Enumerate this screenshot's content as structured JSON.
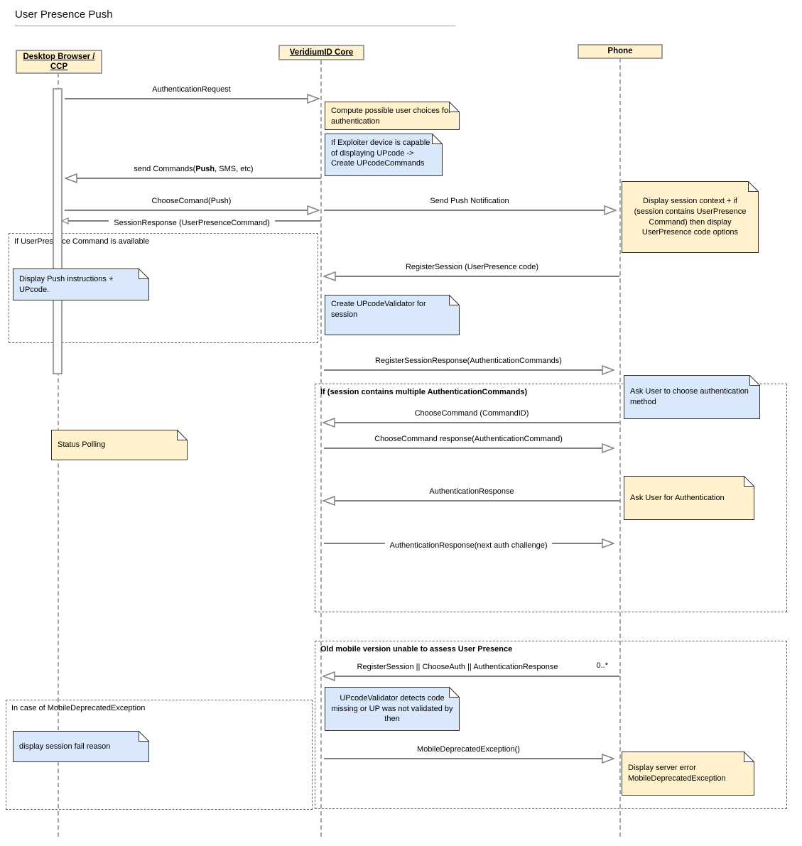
{
  "diagram": {
    "title": "User Presence Push",
    "actors": [
      {
        "line1": "Desktop Browser /",
        "line2": "CCP"
      },
      {
        "label": "VeridiumID Core"
      },
      {
        "label": "Phone"
      }
    ],
    "messages": [
      {
        "label": "AuthenticationRequest",
        "from": "desktop",
        "to": "core"
      },
      {
        "parts": [
          "send Commands(",
          "Push",
          ", SMS, etc)"
        ],
        "from": "core",
        "to": "desktop"
      },
      {
        "label": "ChooseComand(Push)",
        "from": "desktop",
        "to": "core"
      },
      {
        "label": "Send Push Notification",
        "from": "core",
        "to": "phone"
      },
      {
        "label": "SessionResponse (UserPresenceCommand)",
        "from": "core",
        "to": "desktop"
      },
      {
        "label": "RegisterSession (UserPresence code)",
        "from": "phone",
        "to": "core"
      },
      {
        "label": "RegisterSessionResponse(AuthenticationCommands)",
        "from": "core",
        "to": "phone"
      },
      {
        "label": "ChooseCommand (CommandID)",
        "from": "phone",
        "to": "core"
      },
      {
        "label": "ChooseCommand response(AuthenticationCommand)",
        "from": "core",
        "to": "phone"
      },
      {
        "label": "AuthenticationResponse",
        "from": "phone",
        "to": "core"
      },
      {
        "label": "AuthenticationResponse(next auth challenge)",
        "from": "core",
        "to": "phone"
      },
      {
        "label": "RegisterSession || ChooseAuth || AuthenticationResponse",
        "multiplicity": "0..*",
        "from": "phone",
        "to": "core"
      },
      {
        "label": "MobileDeprecatedException()",
        "from": "core",
        "to": "phone"
      }
    ],
    "notes": [
      {
        "text": "Compute possible user choices for authentication",
        "color": "yellow"
      },
      {
        "text": "If Exploiter device is capable of displaying UPcode -> Create UPcodeCommands",
        "color": "blue"
      },
      {
        "text": "Display session context + if (session contains UserPresence Command) then display UserPresence code options",
        "color": "yellow"
      },
      {
        "text": "Display Push instructions + UPcode.",
        "color": "blue"
      },
      {
        "text": "Create UPcodeValidator for session",
        "color": "blue"
      },
      {
        "text": "Ask User to choose authentication method",
        "color": "blue"
      },
      {
        "text": "Status Polling",
        "color": "yellow"
      },
      {
        "text": "Ask User for Authentication",
        "color": "yellow"
      },
      {
        "text": "UPcodeValidator detects code missing or UP was not validated by then",
        "color": "blue"
      },
      {
        "text": "display session fail reason",
        "color": "blue"
      },
      {
        "text": "Display server error MobileDeprecatedException",
        "color": "yellow"
      }
    ],
    "fragments": [
      {
        "label": "If UserPresence Command is available"
      },
      {
        "label": "If (session contains multiple AuthenticationCommands)"
      },
      {
        "label": "Old mobile version unable to assess User Presence"
      },
      {
        "label": "In case of MobileDeprecatedException"
      }
    ],
    "colors": {
      "note_yellow": "#FFF2CC",
      "note_blue": "#DAE8FC",
      "arrow_gray": "#808080",
      "lifeline_gray": "#A6A6A6"
    }
  }
}
